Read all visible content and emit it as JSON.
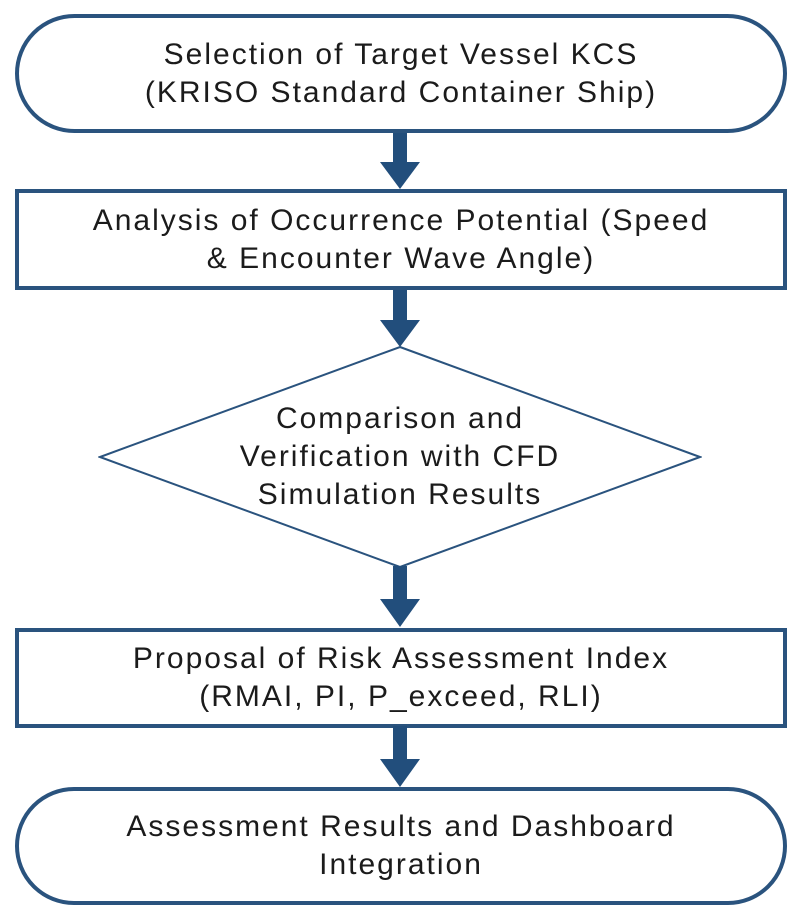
{
  "page": {
    "background": "#ffffff"
  },
  "colors": {
    "outline": "#2a537e",
    "arrow": "#224e7c",
    "text": "#1b1b1b",
    "node_fill": "#ffffff"
  },
  "flowchart": {
    "nodes": [
      {
        "id": "target-vessel",
        "shape": "terminator",
        "lines": [
          "Selection of Target Vessel KCS",
          "(KRISO Standard Container Ship)"
        ]
      },
      {
        "id": "occurrence-analysis",
        "shape": "process",
        "lines": [
          "Analysis of Occurrence Potential (Speed",
          "& Encounter Wave Angle)"
        ]
      },
      {
        "id": "cfd-verification",
        "shape": "decision",
        "lines": [
          "Comparison and",
          "Verification with CFD",
          "Simulation Results"
        ]
      },
      {
        "id": "risk-index",
        "shape": "process",
        "lines": [
          "Proposal of Risk Assessment Index",
          "(RMAI, PI, P_exceed, RLI)"
        ]
      },
      {
        "id": "results-dashboard",
        "shape": "terminator",
        "lines": [
          "Assessment Results and Dashboard",
          "Integration"
        ]
      }
    ],
    "connectors": [
      {
        "from": "target-vessel",
        "to": "occurrence-analysis",
        "style": "thick-down-arrow"
      },
      {
        "from": "occurrence-analysis",
        "to": "cfd-verification",
        "style": "thick-down-arrow"
      },
      {
        "from": "cfd-verification",
        "to": "risk-index",
        "style": "thick-down-arrow"
      },
      {
        "from": "risk-index",
        "to": "results-dashboard",
        "style": "thick-down-arrow"
      }
    ]
  }
}
